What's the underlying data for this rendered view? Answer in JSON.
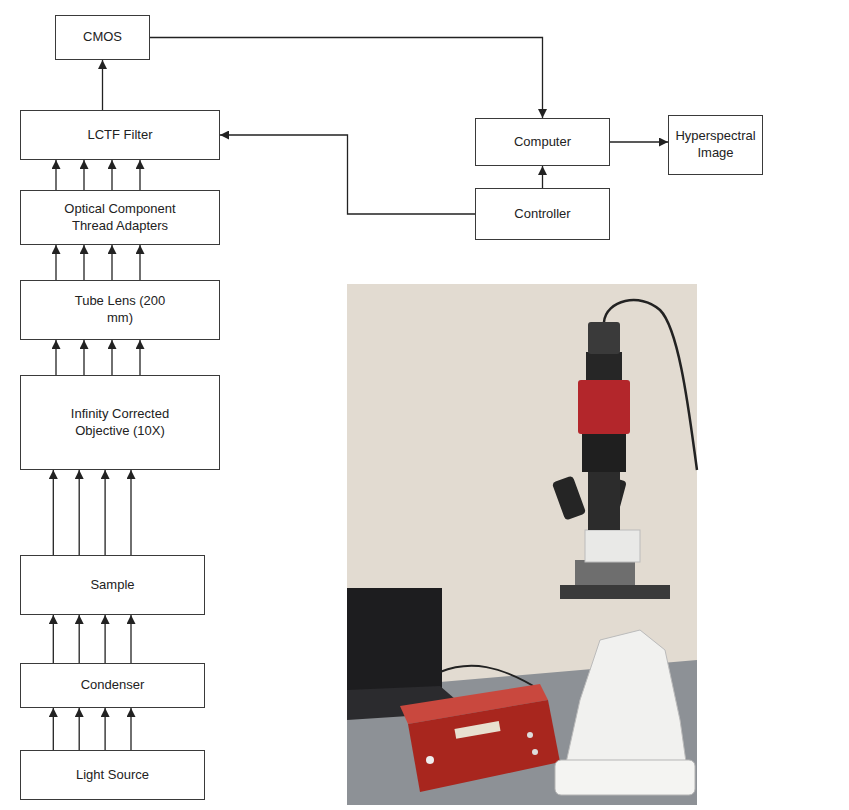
{
  "diagram": {
    "nodes": [
      {
        "text": [
          "CMOS"
        ]
      },
      {
        "text": [
          "Computer"
        ]
      },
      {
        "text": [
          "Hyperspectral Image"
        ]
      },
      {
        "text": [
          "LCTF Filter"
        ]
      },
      {
        "text": [
          "Controller"
        ]
      },
      {
        "text": [
          "Optical Component Thread Adapters"
        ]
      },
      {
        "text": [
          "Tube Lens (200 mm)"
        ]
      },
      {
        "text": [
          "Infinity Corrected Objective (10X)"
        ]
      },
      {
        "text": [
          "Sample"
        ]
      },
      {
        "text": [
          "Condenser"
        ]
      },
      {
        "text": [
          "Light Source"
        ]
      }
    ],
    "edges": [
      {
        "from": 3,
        "to": 0,
        "arrow": "to"
      },
      {
        "from": 0,
        "to": 1,
        "arrow": "to"
      },
      {
        "from": 1,
        "to": 2,
        "arrow": "to"
      },
      {
        "from": 4,
        "to": 1,
        "arrow": "to"
      },
      {
        "from": 4,
        "to": 3,
        "arrow": "to"
      },
      {
        "from": 5,
        "to": 3,
        "arrow": "to"
      },
      {
        "from": 6,
        "to": 5,
        "arrow": "to"
      },
      {
        "from": 7,
        "to": 6,
        "arrow": "to"
      },
      {
        "from": 8,
        "to": 7,
        "arrow": "to"
      },
      {
        "from": 9,
        "to": 8,
        "arrow": "to"
      },
      {
        "from": 10,
        "to": 9,
        "arrow": "to"
      }
    ]
  }
}
